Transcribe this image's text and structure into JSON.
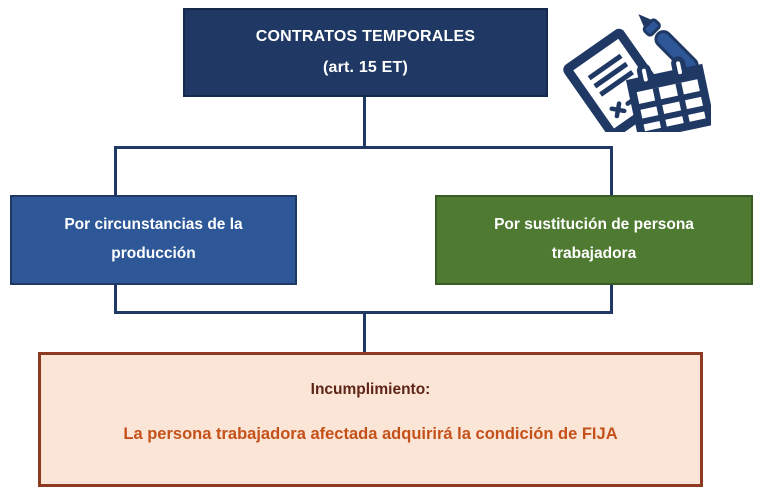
{
  "diagram": {
    "top_box": {
      "line1": "CONTRATOS TEMPORALES",
      "line2": "(art. 15 ET)"
    },
    "left_box": {
      "label": "Por circunstancias de la producción"
    },
    "right_box": {
      "label": "Por sustitución de persona trabajadora"
    },
    "bottom_box": {
      "title": "Incumplimiento:",
      "text": "La persona trabajadora afectada adquirirá la condición de FIJA"
    },
    "icon": "contract-pen-calendar"
  },
  "colors": {
    "navy": "#1F3864",
    "navy-border": "#15294C",
    "blue-fill": "#2E5797",
    "blue-border": "#1F3864",
    "green-fill": "#4E7A31",
    "green-border": "#3A5B25",
    "peach-fill": "#FBE5D6",
    "red-border": "#8C3A21",
    "dark-red-text": "#5E2415",
    "orange-text": "#C5511A",
    "white": "#FFFFFF"
  }
}
